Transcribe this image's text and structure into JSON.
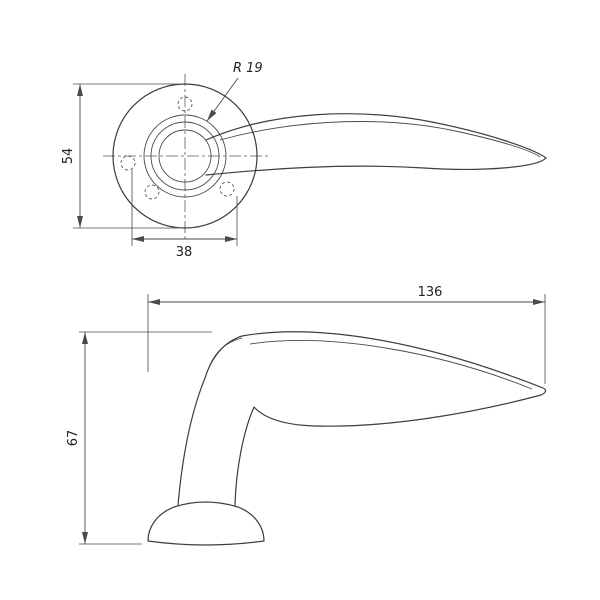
{
  "drawing": {
    "dimensions": {
      "radius_label": "R 19",
      "rosette_diameter": "54",
      "hole_spacing": "38",
      "overall_length": "136",
      "overall_height": "67"
    },
    "colors": {
      "line": "#3d3d3d",
      "background": "#ffffff"
    }
  }
}
